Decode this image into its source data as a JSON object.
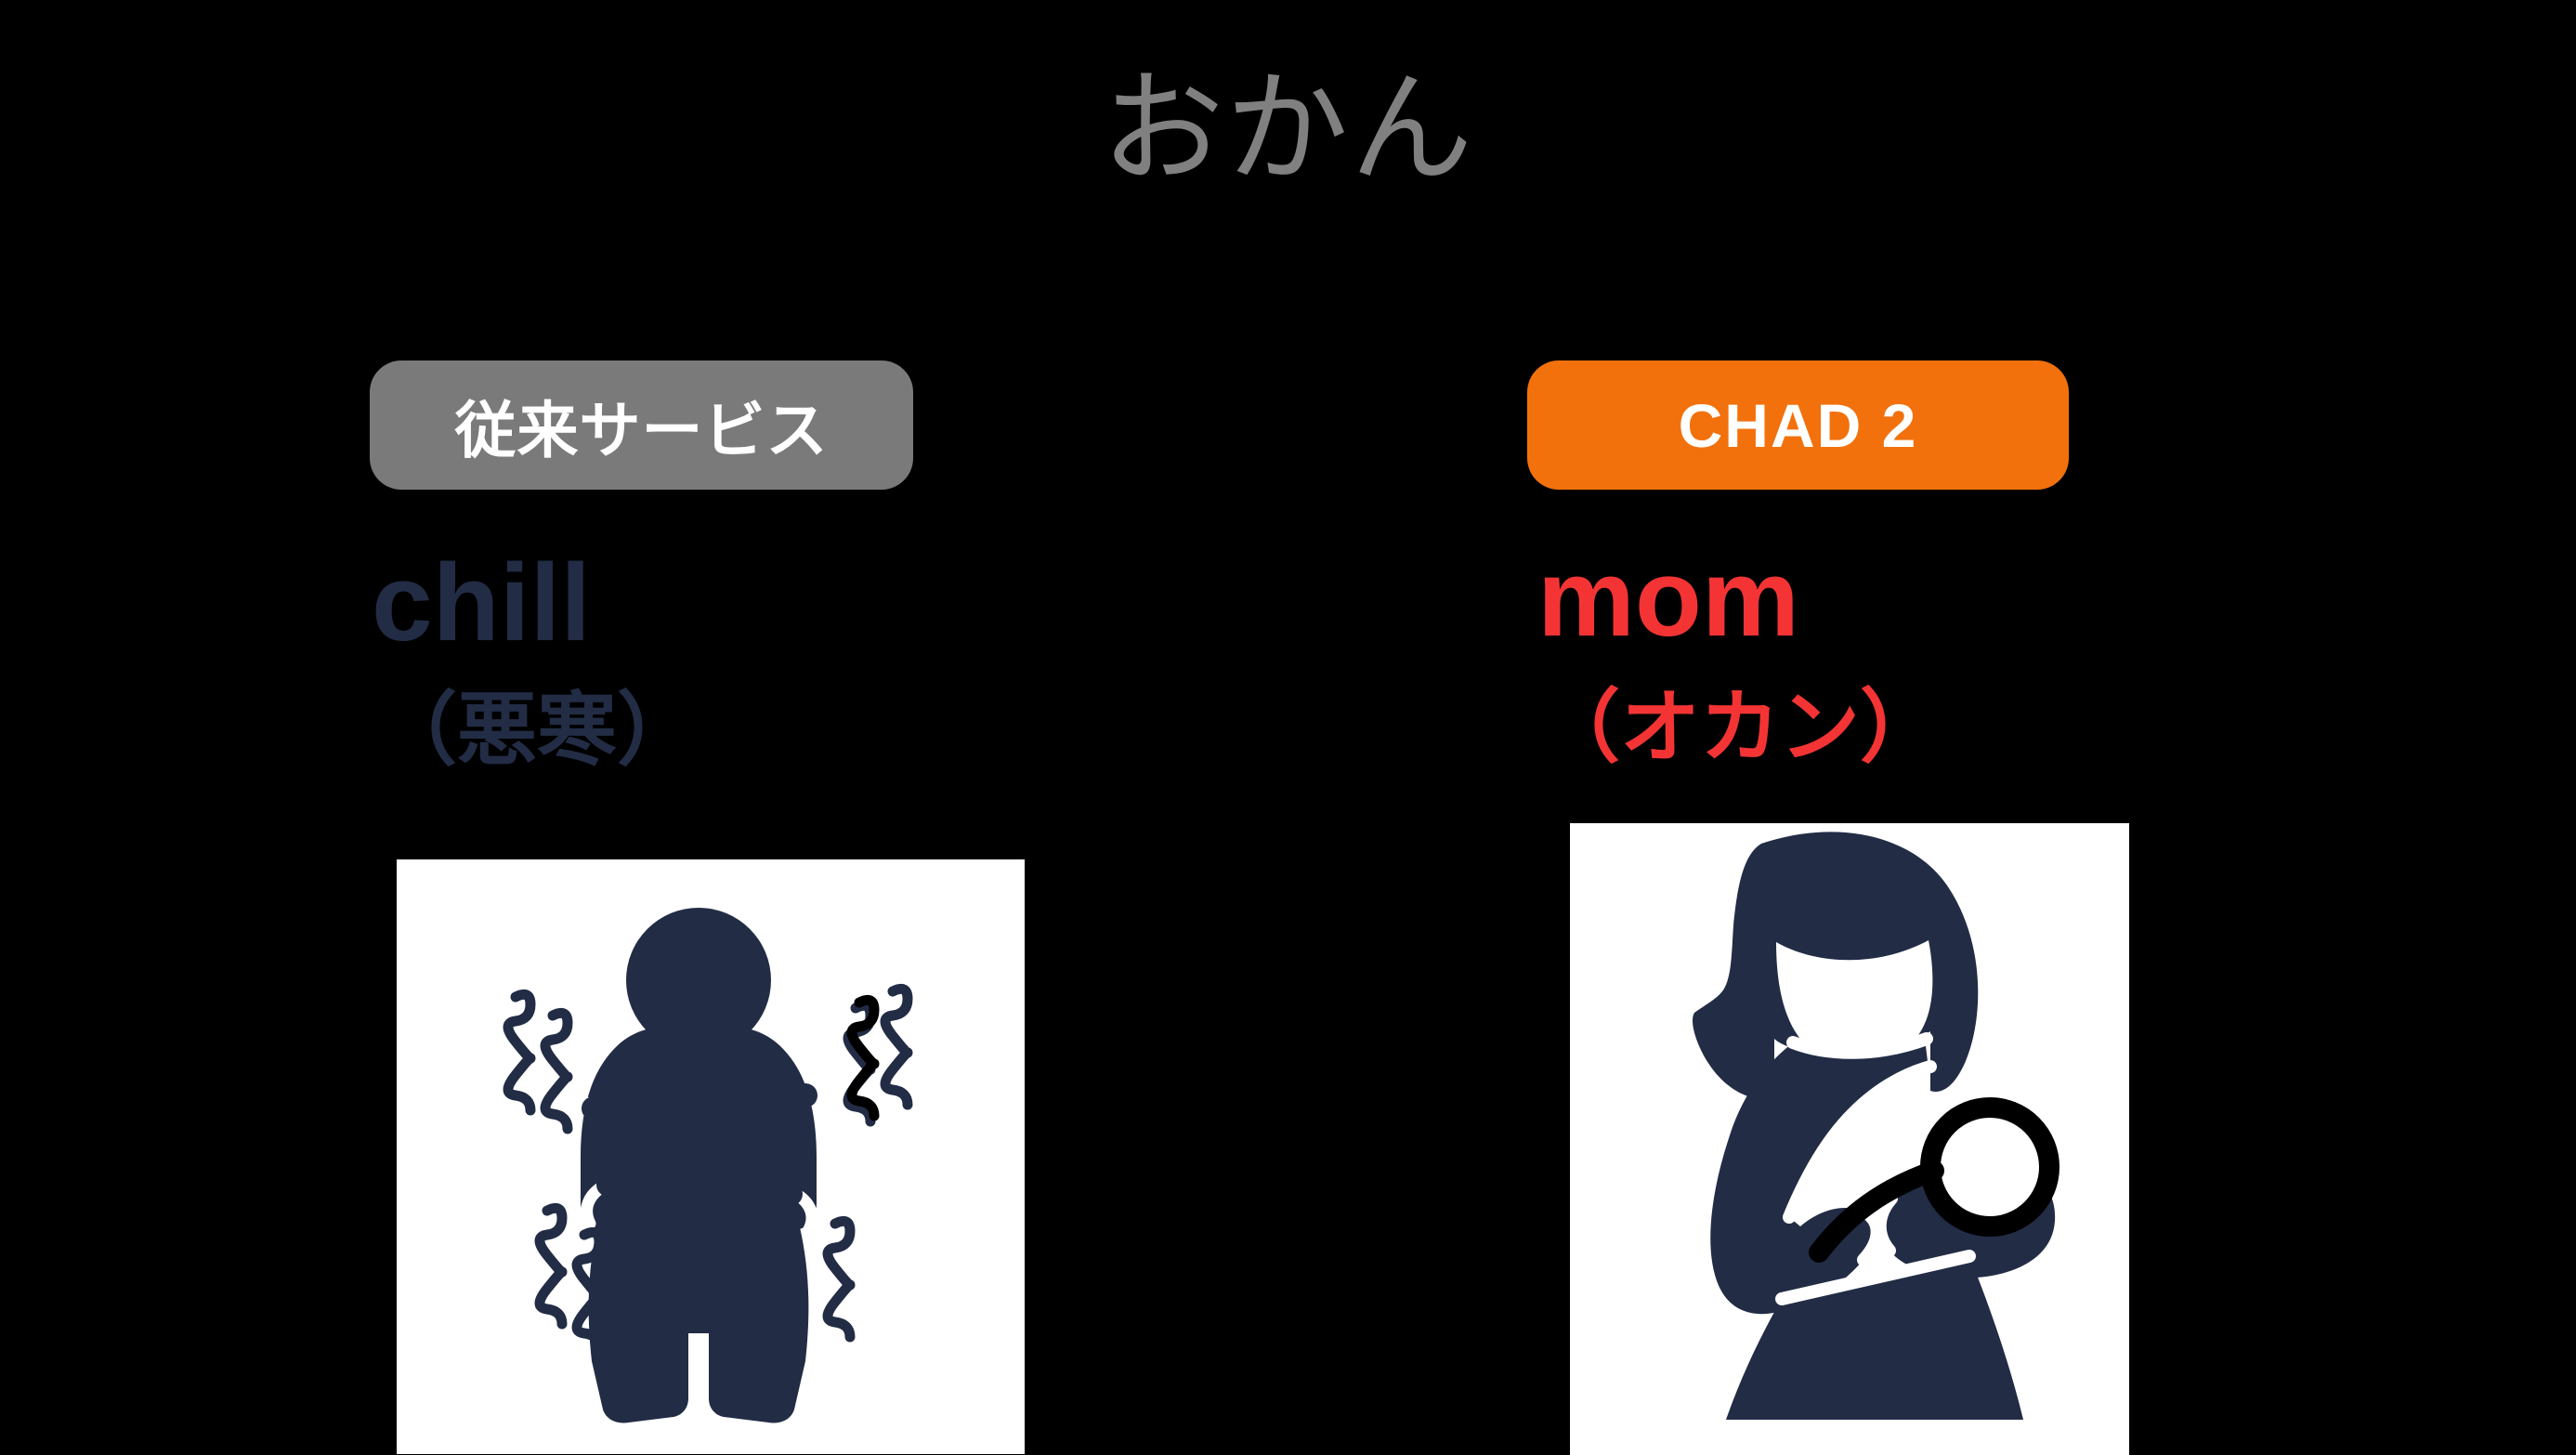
{
  "theme": {
    "background": "#000000",
    "title_color": "#808080",
    "legacy_badge_bg": "#7a7a7a",
    "chad_badge_bg": "#F2710C",
    "badge_text_color": "#ffffff",
    "legacy_term_color": "#222C45",
    "chad_term_color": "#F43434",
    "card_bg": "#ffffff",
    "icon_color": "#222C45",
    "icon_accent_color": "#000000"
  },
  "title": "おかん",
  "comparison": [
    {
      "key": "legacy",
      "badge_label": "従来サービス",
      "term": "chill",
      "reading": "（悪寒）",
      "illustration_name": "shivering-person-icon"
    },
    {
      "key": "chad",
      "badge_label": "CHAD 2",
      "term": "mom",
      "reading": "（オカン）",
      "illustration_name": "mother-holding-baby-icon"
    }
  ]
}
